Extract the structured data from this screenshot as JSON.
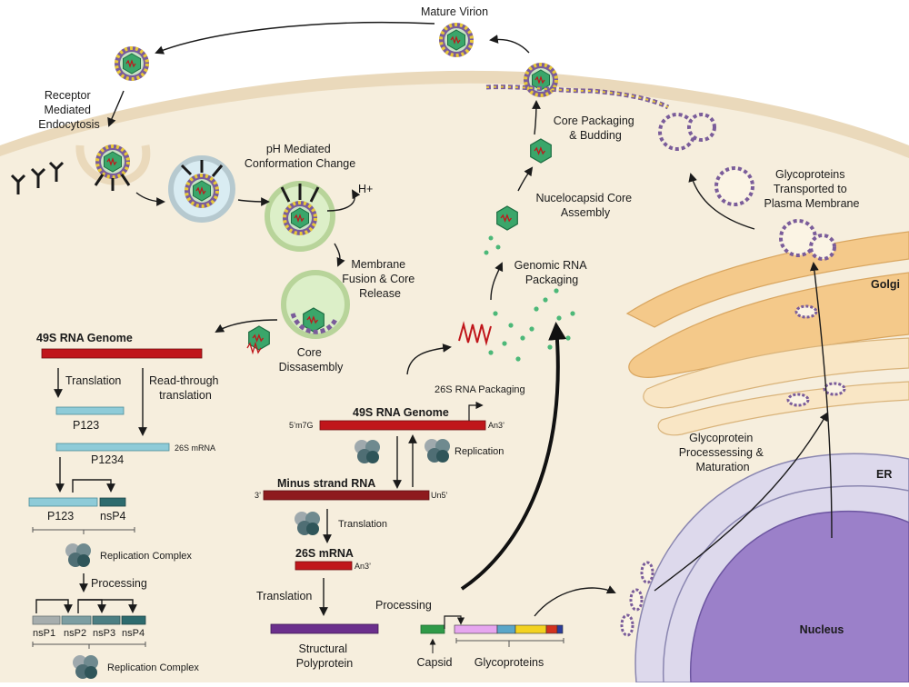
{
  "colors": {
    "cell": "#f6eedd",
    "membrane": "#ead9bb",
    "golgi": "#f4c98a",
    "golgi_light": "#f9e6c5",
    "er": "#ddd9ec",
    "nucleus": "#9b80c9",
    "genome_bar": "#c0161b",
    "minus_bar": "#8e1a1e",
    "p_bar": "#8ecbd8",
    "nsp4_bar": "#2d6b6e",
    "structural": "#6b2f8c",
    "capsid": "#2f9a48",
    "core_green": "#4cb878"
  },
  "lifecycle": {
    "mature_virion": "Mature Virion",
    "receptor_endocytosis": [
      "Receptor",
      "Mediated",
      "Endocytosis"
    ],
    "ph_change": [
      "pH Mediated",
      "Conformation Change"
    ],
    "h_plus": "H+",
    "membrane_fusion": [
      "Membrane",
      "Fusion & Core",
      "Release"
    ],
    "core_disassembly": [
      "Core",
      "Dissasembly"
    ],
    "core_packaging": [
      "Core Packaging",
      "& Budding"
    ],
    "nucleocapsid_assembly": [
      "Nucelocapsid Core",
      "Assembly"
    ],
    "genomic_rna_packaging": [
      "Genomic RNA",
      "Packaging"
    ],
    "glycoproteins_transported": [
      "Glycoproteins",
      "Transported to",
      "Plasma Membrane"
    ],
    "golgi": "Golgi",
    "glycoprotein_processing": [
      "Glycoprotein",
      "Processessing &",
      "Maturation"
    ],
    "er": "ER",
    "nucleus": "Nucleus"
  },
  "translation_panel": {
    "genome_title": "49S RNA Genome",
    "translation": "Translation",
    "readthrough": [
      "Read-through",
      "translation"
    ],
    "p123": "P123",
    "mrna_tag": "26S mRNA",
    "p1234": "P1234",
    "p123_b": "P123",
    "nsp4": "nsP4",
    "replication_complex": "Replication Complex",
    "processing": "Processing",
    "nsp_labels": [
      "nsP1",
      "nsP2",
      "nsP3",
      "nsP4"
    ],
    "replication_complex_b": "Replication Complex"
  },
  "replication_panel": {
    "packaging_small": "26S RNA Packaging",
    "genome_title": "49S RNA Genome",
    "cap5": "5’m7G",
    "an3": "An3’",
    "replication": "Replication",
    "minus_title": "Minus strand RNA",
    "three_prime": "3’",
    "un5": "Un5’",
    "translation": "Translation",
    "mrna_title": "26S mRNA",
    "mrna_an3": "An3’",
    "translation_left": "Translation",
    "structural": [
      "Structural",
      "Polyprotein"
    ],
    "processing": "Processing",
    "capsid": "Capsid",
    "glycoproteins": "Glycoproteins"
  }
}
